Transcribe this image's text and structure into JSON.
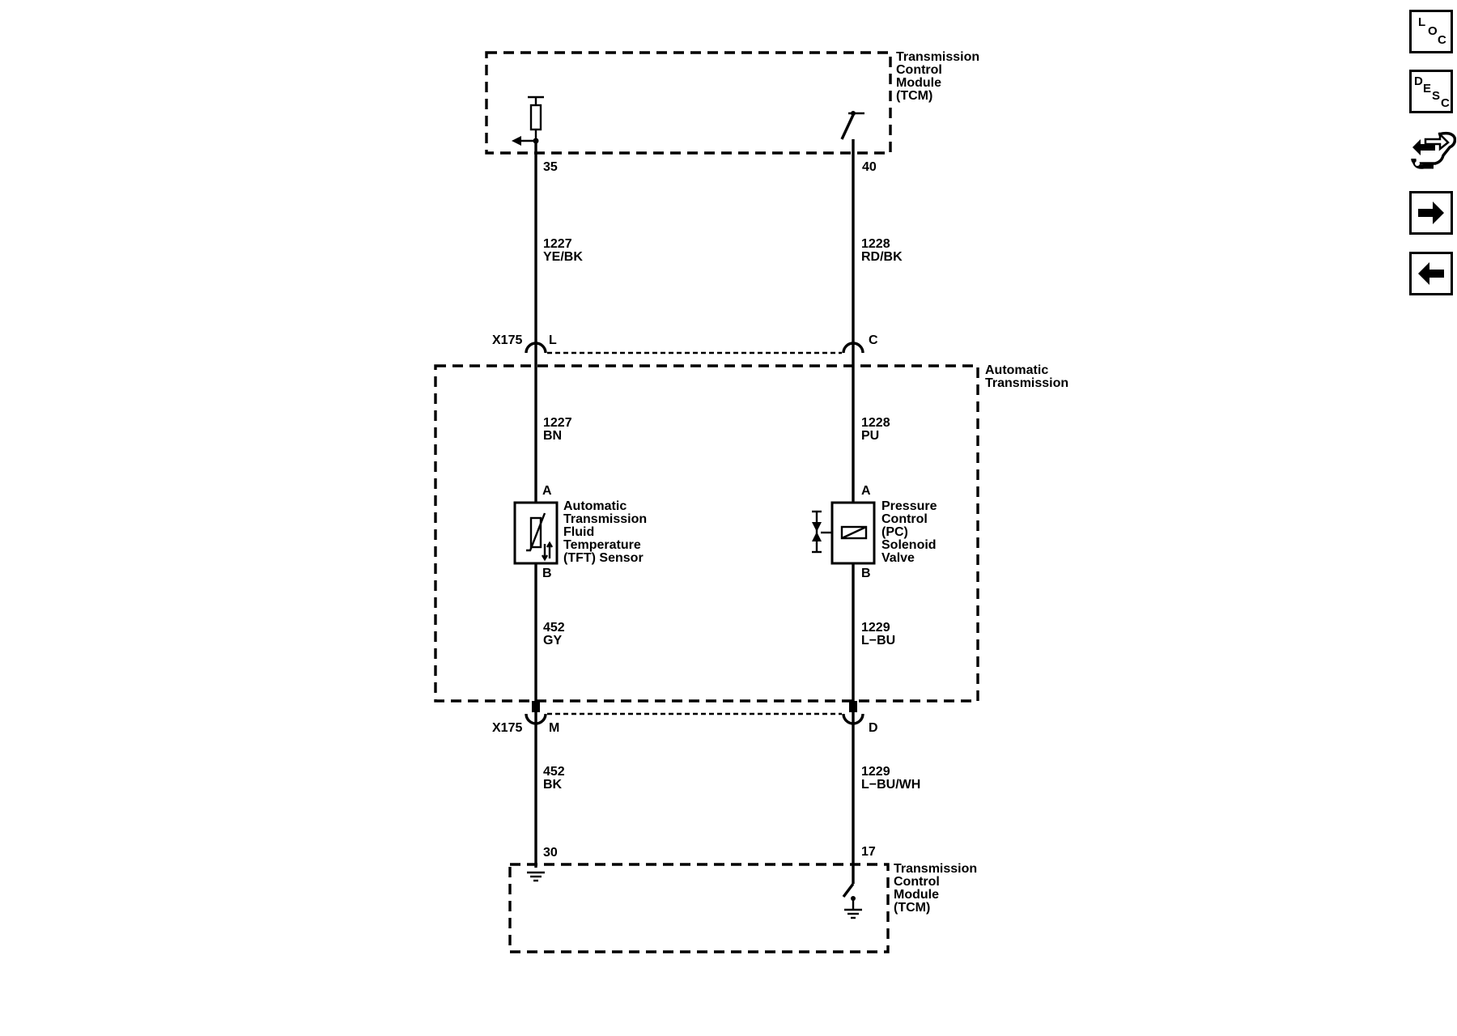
{
  "modules": {
    "tcm_top": {
      "label_lines": [
        "Transmission",
        "Control",
        "Module",
        "(TCM)"
      ]
    },
    "automatic_transmission": {
      "label_lines": [
        "Automatic",
        "Transmission"
      ]
    },
    "tcm_bottom": {
      "label_lines": [
        "Transmission",
        "Control",
        "Module",
        "(TCM)"
      ]
    }
  },
  "tcm_top_pins": {
    "left": "35",
    "right": "40"
  },
  "tcm_bottom_pins": {
    "left": "30",
    "right": "17"
  },
  "wires_upper": {
    "left": {
      "circuit": "1227",
      "color": "YE/BK"
    },
    "right": {
      "circuit": "1228",
      "color": "RD/BK"
    }
  },
  "connector_upper": {
    "name": "X175",
    "left_pin": "L",
    "right_pin": "C"
  },
  "wires_mid_top": {
    "left": {
      "circuit": "1227",
      "color": "BN"
    },
    "right": {
      "circuit": "1228",
      "color": "PU"
    }
  },
  "components": {
    "tft_sensor": {
      "pin_top": "A",
      "pin_bottom": "B",
      "label_lines": [
        "Automatic",
        "Transmission",
        "Fluid",
        "Temperature",
        "(TFT) Sensor"
      ]
    },
    "pc_solenoid": {
      "pin_top": "A",
      "pin_bottom": "B",
      "label_lines": [
        "Pressure",
        "Control",
        "(PC)",
        "Solenoid",
        "Valve"
      ]
    }
  },
  "wires_mid_bottom": {
    "left": {
      "circuit": "452",
      "color": "GY"
    },
    "right": {
      "circuit": "1229",
      "color": "L−BU"
    }
  },
  "connector_lower": {
    "name": "X175",
    "left_pin": "M",
    "right_pin": "D"
  },
  "wires_lower": {
    "left": {
      "circuit": "452",
      "color": "BK"
    },
    "right": {
      "circuit": "1229",
      "color": "L−BU/WH"
    }
  },
  "nav_icons": {
    "loc": {
      "icon": "loc-icon",
      "letters": [
        "L",
        "O",
        "C"
      ]
    },
    "desc": {
      "icon": "desc-icon",
      "letters": [
        "D",
        "E",
        "S",
        "C"
      ]
    },
    "repair": {
      "icon": "wrench-arrows-icon"
    },
    "next": {
      "icon": "arrow-right-icon"
    },
    "prev": {
      "icon": "arrow-left-icon"
    }
  }
}
